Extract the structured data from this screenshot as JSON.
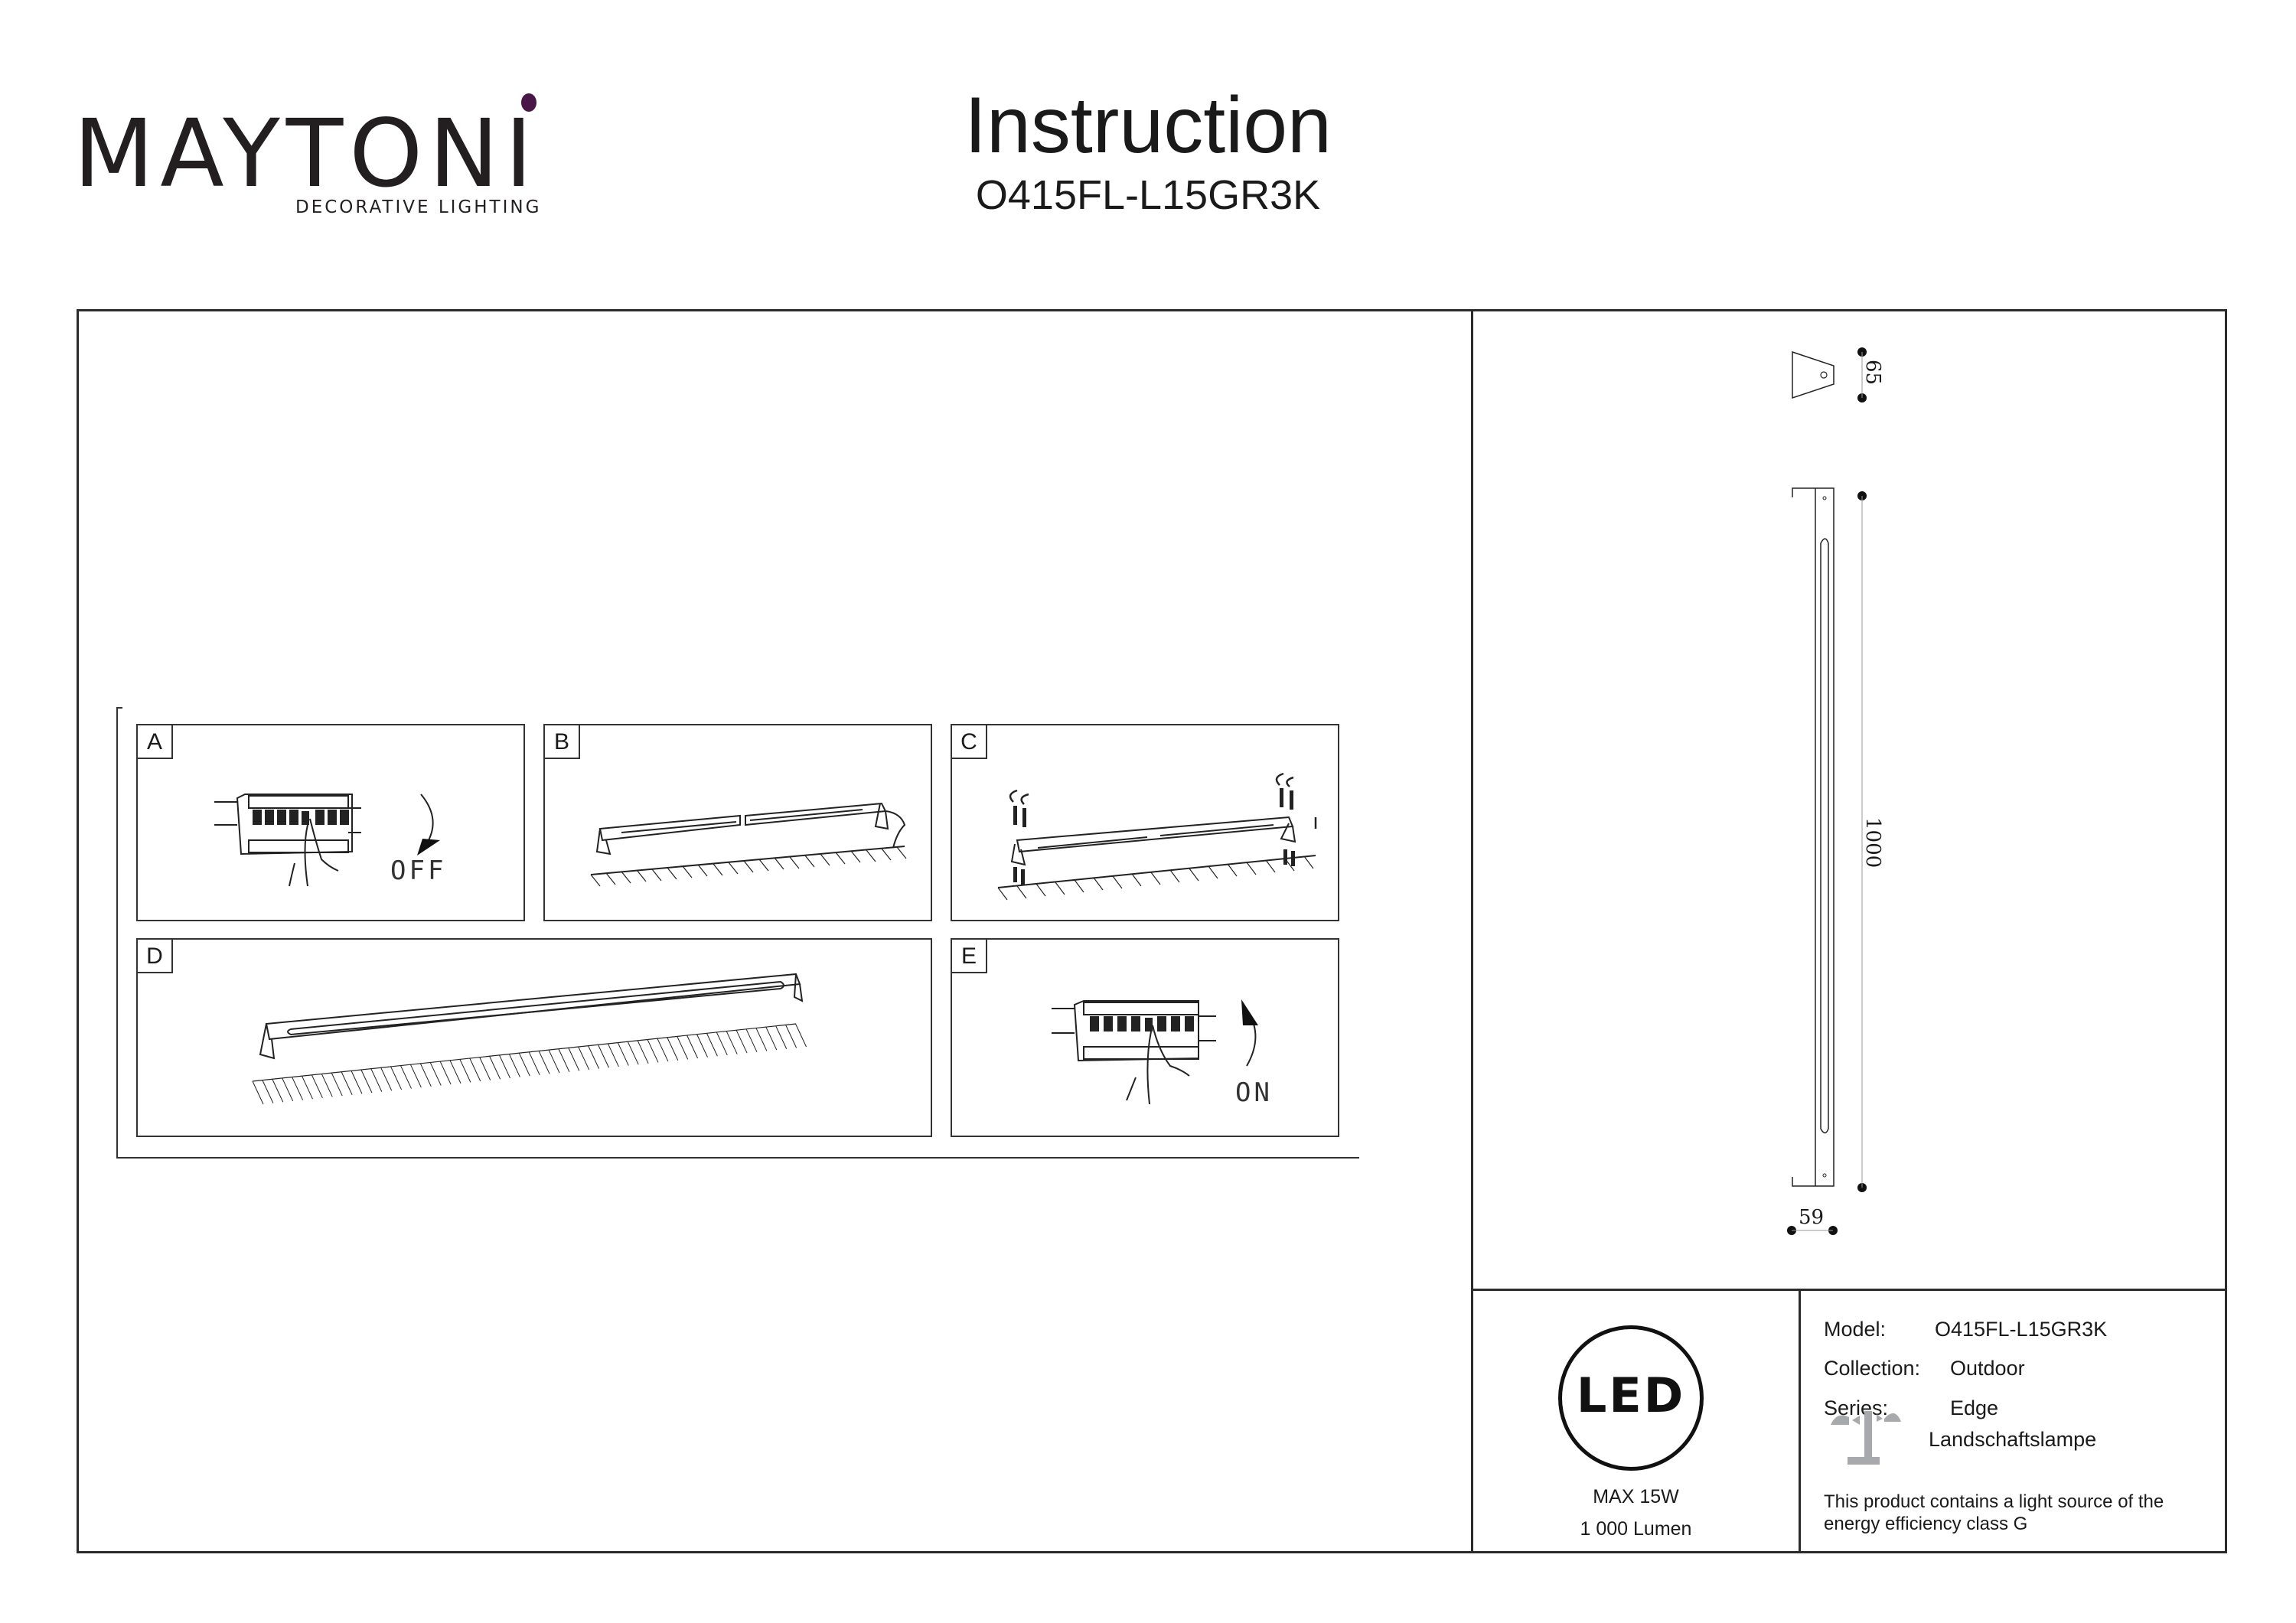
{
  "header": {
    "brand": "MAYTONI",
    "brand_tagline": "DECORATIVE LIGHTING",
    "title": "Instruction",
    "model": "O415FL-L15GR3K",
    "brand_accent_color": "#4a1547"
  },
  "steps": [
    {
      "label": "A",
      "caption": "OFF",
      "description": "switch-off-breaker"
    },
    {
      "label": "B",
      "caption": "",
      "description": "connect-wiring"
    },
    {
      "label": "C",
      "caption": "",
      "description": "fix-with-screws"
    },
    {
      "label": "D",
      "caption": "",
      "description": "mounted-lamp"
    },
    {
      "label": "E",
      "caption": "ON",
      "description": "switch-on-breaker"
    }
  ],
  "dimensions": {
    "unit": "mm",
    "depth": "65",
    "length": "1000",
    "width": "59"
  },
  "specs": {
    "led_label": "LED",
    "max_power": "MAX 15W",
    "luminous_flux": "1 000 Lumen"
  },
  "info": {
    "model_label": "Model:",
    "model_value": "O415FL-L15GR3K",
    "collection_label": "Collection:",
    "collection_value": "Outdoor",
    "series_label": "Series:",
    "series_value": "Edge",
    "type_value": "Landschaftslampe",
    "energy_note": "This product contains a light source of the energy efficiency class G"
  }
}
